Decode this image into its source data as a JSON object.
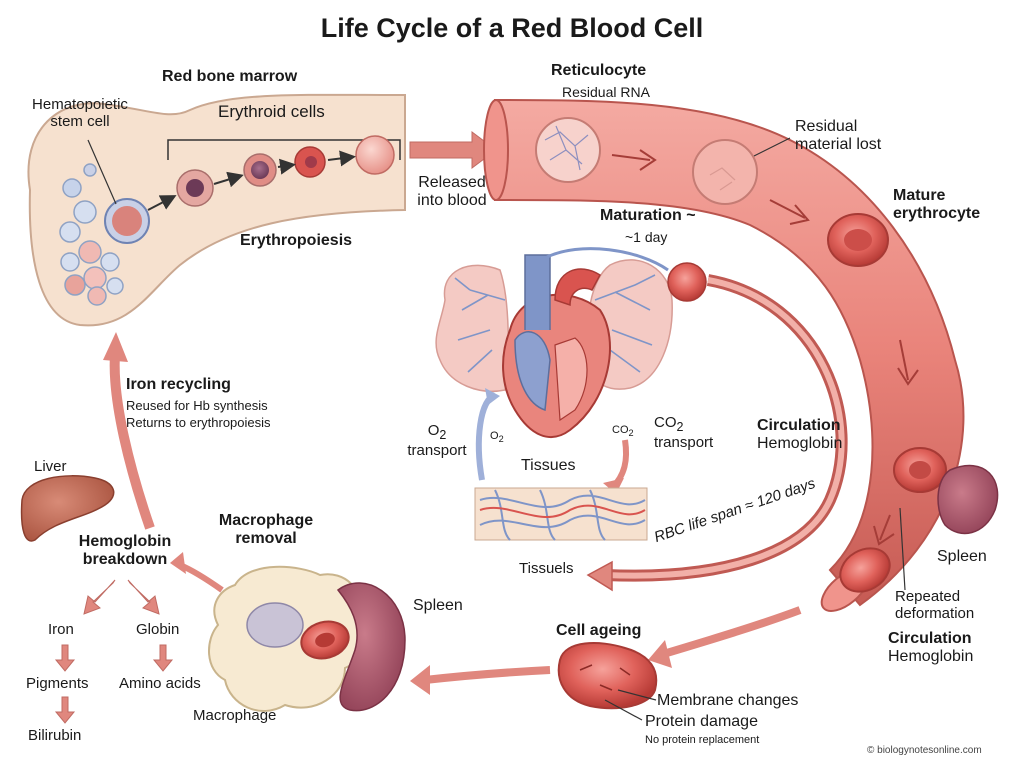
{
  "title": "Life Cycle of a Red Blood Cell",
  "marrow": {
    "heading": "Red bone marrow",
    "stem_cell": [
      "Hematopoietic",
      "stem cell"
    ],
    "erythroid": "Erythroid cells",
    "erythropoiesis": "Erythropoiesis",
    "released": [
      "Released",
      "into blood"
    ]
  },
  "reticulocyte": {
    "heading": "Reticulocyte",
    "residual_rna": "Residual RNA",
    "material_lost": [
      "Residual",
      "material lost"
    ],
    "maturation": "Maturation ~",
    "maturation_time": "~1 day"
  },
  "mature": [
    "Mature",
    "erythrocyte"
  ],
  "heart": {
    "o2_small": "O",
    "co2_small": "CO",
    "o2_label": "O",
    "o2_transport": "transport",
    "co2_label": "CO",
    "co2_transport": "transport",
    "sub2": "2",
    "tissues": "Tissues",
    "tissuels": "Tissuels"
  },
  "circulation1": [
    "Circulation",
    "Hemoglobin"
  ],
  "lifespan": "RBC life span ≈ 120 days",
  "spleen_right": "Spleen",
  "deformation": [
    "Repeated",
    "deformation"
  ],
  "circulation2": [
    "Circulation",
    "Hemoglobin"
  ],
  "ageing": {
    "heading": "Cell ageing",
    "membrane": "Membrane changes",
    "protein": "Protein damage",
    "no_replacement": "No protein replacement"
  },
  "macrophage": {
    "heading": [
      "Macrophage",
      "removal"
    ],
    "label": "Macrophage",
    "spleen": "Spleen"
  },
  "hemoglobin": {
    "liver": "Liver",
    "heading": [
      "Hemoglobin",
      "breakdown"
    ],
    "iron": "Iron",
    "globin": "Globin",
    "pigments": "Pigments",
    "amino": "Amino acids",
    "bilirubin": "Bilirubin"
  },
  "iron_recycling": {
    "heading": "Iron recycling",
    "line1": "Reused for Hb synthesis",
    "line2": "Returns to erythropoiesis"
  },
  "credit": "© biologynotesonline.com",
  "colors": {
    "rbc": "#d9544f",
    "rbc_dark": "#b3332f",
    "vessel": "#e98a82",
    "arrow": "#e0877e",
    "bone": "#f6e1cf",
    "vein_blue": "#7f95c8",
    "lung": "#f3c3bd"
  }
}
